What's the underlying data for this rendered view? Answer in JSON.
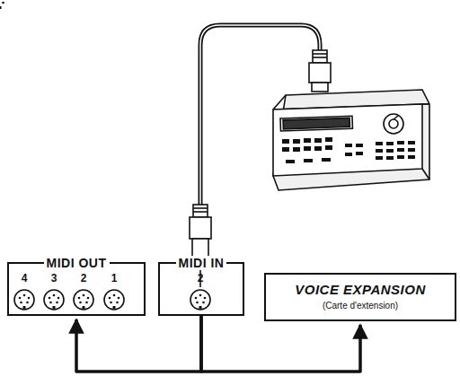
{
  "diagram": {
    "nodes": [
      {
        "text": [
          "MIDI OUT"
        ]
      },
      {
        "text": [
          "MIDI IN"
        ]
      },
      {
        "text": [
          "VOICE EXPANSION",
          "(Carte d'extension)"
        ]
      }
    ],
    "edges": [
      {
        "from": 1,
        "to": 0,
        "arrow": "to"
      },
      {
        "from": 1,
        "to": 2,
        "arrow": "to"
      }
    ],
    "labels": [
      "4",
      "3",
      "2",
      "1",
      "2"
    ]
  }
}
